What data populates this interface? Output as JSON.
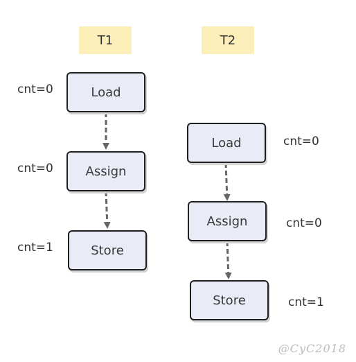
{
  "threads": [
    {
      "header": "T1",
      "steps": [
        {
          "label": "Load",
          "cnt": "cnt=0"
        },
        {
          "label": "Assign",
          "cnt": "cnt=0"
        },
        {
          "label": "Store",
          "cnt": "cnt=1"
        }
      ]
    },
    {
      "header": "T2",
      "steps": [
        {
          "label": "Load",
          "cnt": "cnt=0"
        },
        {
          "label": "Assign",
          "cnt": "cnt=0"
        },
        {
          "label": "Store",
          "cnt": "cnt=1"
        }
      ]
    }
  ],
  "credit": "@CyC2018",
  "colors": {
    "header_bg": "#fbeeb9",
    "node_bg": "#e9ecf6",
    "node_border": "#1f1f1f",
    "arrow": "#666666"
  }
}
